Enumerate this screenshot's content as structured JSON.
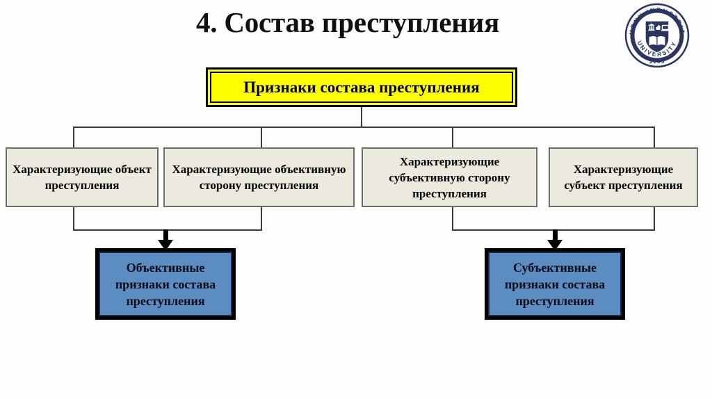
{
  "slide": {
    "title": "4. Состав преступления",
    "background_color": "#fdfdfd"
  },
  "logo": {
    "name": "rudny-industrial-university-seal",
    "text_top": "RUDNY INDUSTRIAL",
    "text_bottom": "UNIVERSITY",
    "year": "1959",
    "color": "#2a3560"
  },
  "diagram": {
    "root": {
      "label": "Признаки состава преступления",
      "fill": "#ffff00",
      "border": "#000000"
    },
    "features": [
      {
        "label": "Характеризующие объект преступления",
        "fill": "#ece9df",
        "border": "#6f6f68"
      },
      {
        "label": "Характеризующие объективную сторону преступления",
        "fill": "#ece9df",
        "border": "#6f6f68"
      },
      {
        "label": "Характеризующие субъективную сторону преступления",
        "fill": "#ece9df",
        "border": "#6f6f68"
      },
      {
        "label": "Характеризующие субъект преступления",
        "fill": "#ece9df",
        "border": "#6f6f68"
      }
    ],
    "results": [
      {
        "label": "Объективные признаки состава преступления",
        "fill": "#5b8cc2",
        "border": "#000000"
      },
      {
        "label": "Субъективные признаки состава преступления",
        "fill": "#5b8cc2",
        "border": "#000000"
      }
    ],
    "connector_color": "#3a3a3a",
    "arrow_color": "#000000"
  }
}
